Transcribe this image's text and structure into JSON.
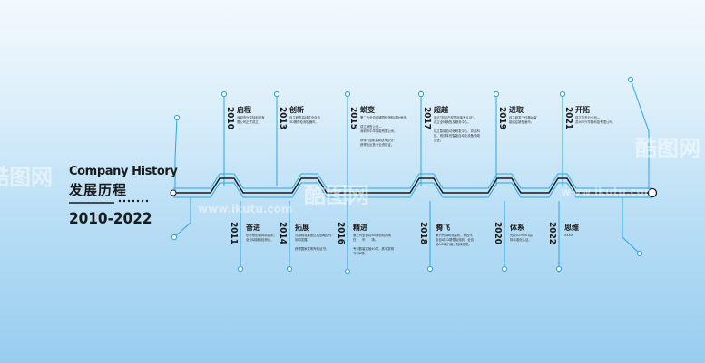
{
  "title_en": "Company History",
  "title_cn": "发展历程",
  "year_range": "2010-2022",
  "watermark": {
    "text": "酷图网",
    "url": "www.ikutu.com"
  },
  "colors": {
    "line": "#2aa7e6",
    "main_line": "#1a1a1a"
  },
  "milestones_top": [
    {
      "year": "2010",
      "label": "启程",
      "desc": "深圳市兴华特科技有\n限公司正式成立。"
    },
    {
      "year": "2013",
      "label": "创新",
      "desc": "自主研发高线式全自动\n3D锡膏检测机器市。"
    },
    {
      "year": "2015",
      "label": "蜕变",
      "desc": "第二代全自动锡膏检测机成功面市。\n\n成立销售公司—\n深圳市中华智能有限公司。\n\n获得 \"国家高新技术企业\"\n获得出出售专业资质证。"
    },
    {
      "year": "2017",
      "label": "超越",
      "desc": "通过\"知识产权贯标体系认证\"，\n成立全球销售及服务中心。\n\n成立智能自动化研发中心，向高科\n技、现成本的智能自动化设备领域\n迈进。"
    },
    {
      "year": "2019",
      "label": "进取",
      "desc": "自主研发三代第A/智\n能感应新型面市。"
    },
    {
      "year": "2021",
      "label": "开拓",
      "desc": "成立华东分公司—\n苏州市兴华特科技有限公司。"
    }
  ],
  "milestones_bottom": [
    {
      "year": "2011",
      "label": "奋进",
      "desc": "世界首创钢网测量机，\n全自动钢网检测仪。"
    },
    {
      "year": "2014",
      "label": "拓展",
      "desc": "与超精准集团达成战略合作\n协同发展。\n\n获得国家发明专利证书。"
    },
    {
      "year": "2016",
      "label": "精进",
      "desc": "第三代全自动3D锡膏检测用\n在　　市　　场。\n\n专利数量突破40项，其中发明\n专利8项。"
    },
    {
      "year": "2018",
      "label": "腾飞",
      "desc": "第六代钢网测量机，第四代\n全自动3D锡膏检测机，全自\n动AOI新升级，陆续批发。"
    },
    {
      "year": "2020",
      "label": "体系",
      "desc": "完成ISO9001国\n际标准化认证。"
    },
    {
      "year": "2022",
      "label": "思维",
      "desc": "XXXX"
    }
  ]
}
